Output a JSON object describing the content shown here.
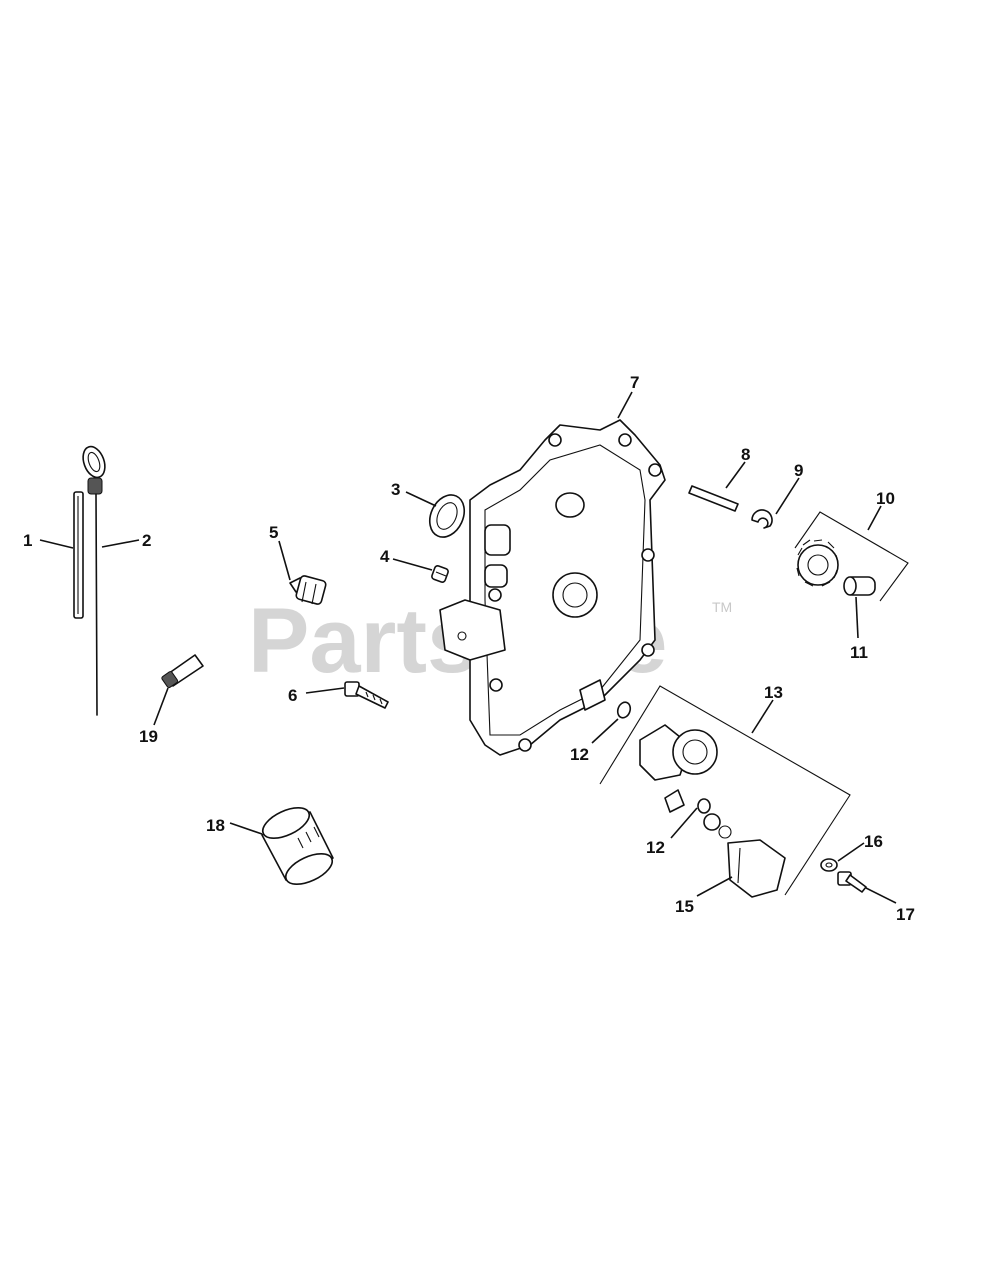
{
  "watermark": {
    "brand": "PartsTree",
    "mark": "TM"
  },
  "callouts": [
    {
      "id": "c1",
      "label": "1"
    },
    {
      "id": "c2",
      "label": "2"
    },
    {
      "id": "c3",
      "label": "3"
    },
    {
      "id": "c4",
      "label": "4"
    },
    {
      "id": "c5",
      "label": "5"
    },
    {
      "id": "c6",
      "label": "6"
    },
    {
      "id": "c7",
      "label": "7"
    },
    {
      "id": "c8",
      "label": "8"
    },
    {
      "id": "c9",
      "label": "9"
    },
    {
      "id": "c10",
      "label": "10"
    },
    {
      "id": "c11",
      "label": "11"
    },
    {
      "id": "c12a",
      "label": "12"
    },
    {
      "id": "c12b",
      "label": "12"
    },
    {
      "id": "c13",
      "label": "13"
    },
    {
      "id": "c15",
      "label": "15"
    },
    {
      "id": "c16",
      "label": "16"
    },
    {
      "id": "c17",
      "label": "17"
    },
    {
      "id": "c18",
      "label": "18"
    },
    {
      "id": "c19",
      "label": "19"
    }
  ]
}
